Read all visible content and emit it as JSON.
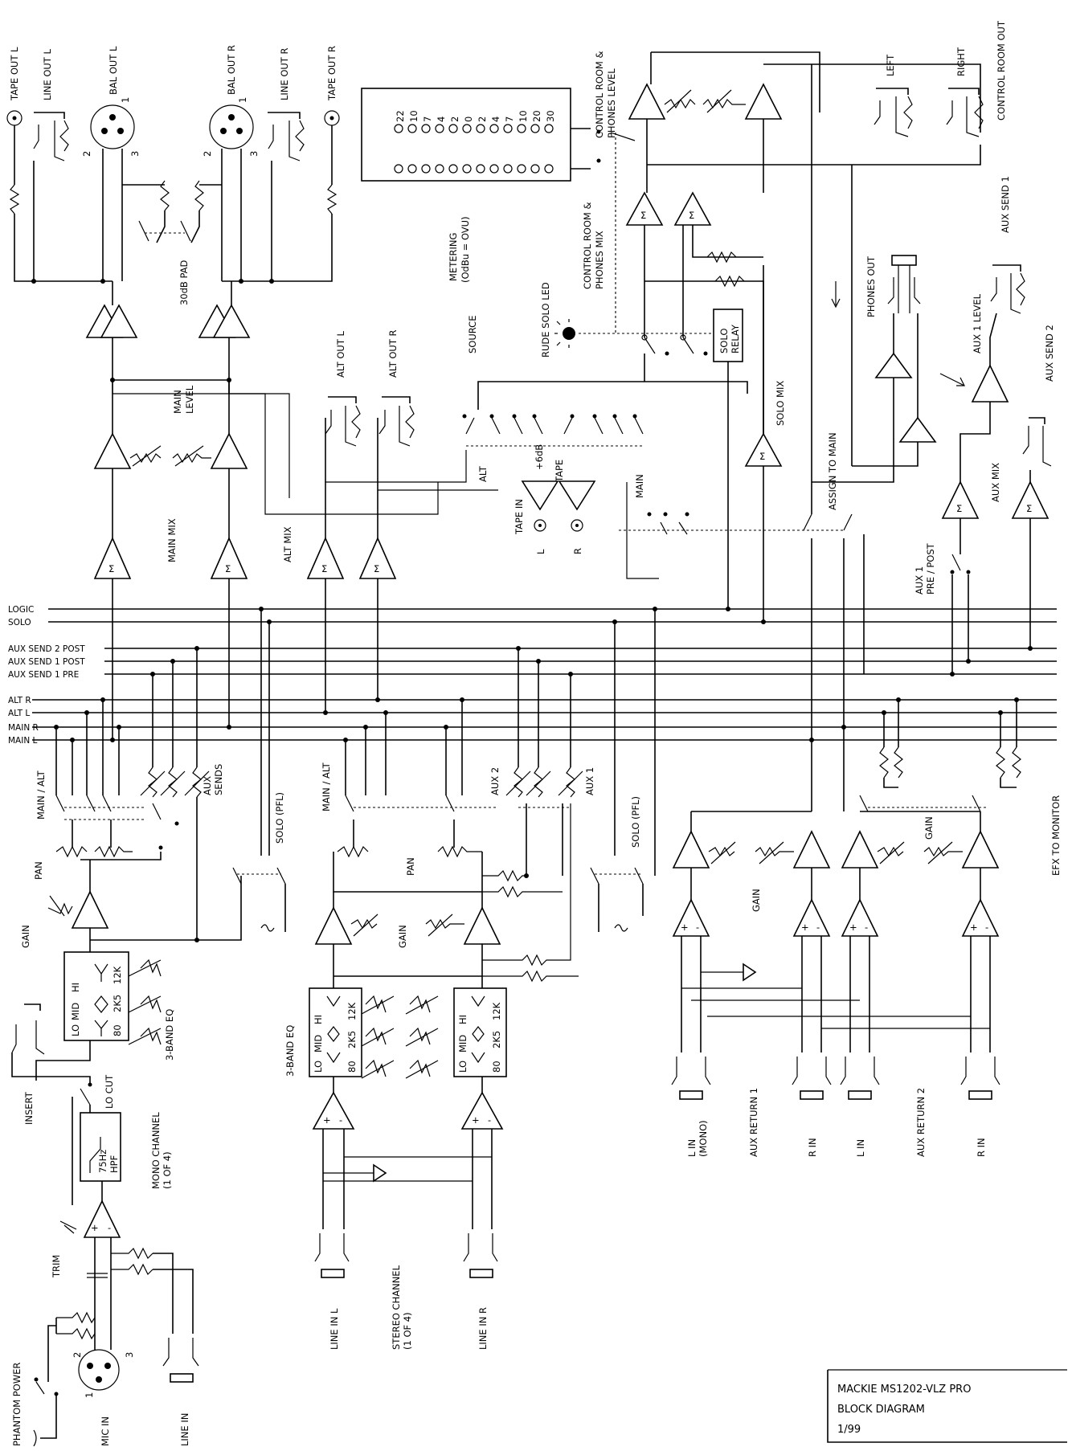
{
  "outputs": {
    "tape_out_l": "TAPE OUT L",
    "line_out_l": "LINE OUT L",
    "bal_out_l": "BAL OUT L",
    "bal_out_r": "BAL OUT R",
    "line_out_r": "LINE OUT R",
    "tape_out_r": "TAPE OUT R",
    "pad": "30dB PAD",
    "pin_1": "1",
    "pin_2": "2",
    "pin_3": "3"
  },
  "metering": {
    "scale": [
      "22",
      "10",
      "7",
      "4",
      "2",
      "0",
      "2",
      "4",
      "7",
      "10",
      "20",
      "30"
    ],
    "label_line1": "METERING",
    "label_line2": "(OdBu = OVU)"
  },
  "control_room": {
    "level_line1": "CONTROL ROOM &",
    "level_line2": "PHONES LEVEL",
    "mix_line1": "CONTROL ROOM &",
    "mix_line2": "PHONES MIX",
    "left": "LEFT",
    "right": "RIGHT",
    "out": "CONTROL ROOM OUT",
    "phones_out": "PHONES OUT",
    "rude_solo_led": "RUDE SOLO LED",
    "solo_relay_line1": "SOLO",
    "solo_relay_line2": "RELAY",
    "solo_mix": "SOLO MIX",
    "assign_to_main": "ASSIGN TO MAIN",
    "source": "SOURCE",
    "alt_out_l": "ALT OUT L",
    "alt_out_r": "ALT OUT R",
    "alt": "ALT",
    "tape": "TAPE",
    "main": "MAIN",
    "plus6db": "+6dB",
    "tape_in": "TAPE IN",
    "l": "L",
    "r": "R"
  },
  "mix_labels": {
    "main_level_line1": "MAIN",
    "main_level_line2": "LEVEL",
    "main_mix": "MAIN MIX",
    "alt_mix": "ALT MIX",
    "sigma": "Σ"
  },
  "aux_master": {
    "aux_send_1": "AUX SEND 1",
    "aux_1_level": "AUX 1 LEVEL",
    "aux_send_2": "AUX SEND 2",
    "aux_mix": "AUX MIX",
    "aux1_prepost_line1": "AUX 1",
    "aux1_prepost_line2": "PRE / POST"
  },
  "buses": [
    "LOGIC",
    "SOLO",
    "AUX SEND 2 POST",
    "AUX SEND 1 POST",
    "AUX SEND 1 PRE",
    "ALT R",
    "ALT L",
    "MAIN R",
    "MAIN L"
  ],
  "mono_channel": {
    "main_alt": "MAIN / ALT",
    "aux_sends_line1": "AUX",
    "aux_sends_line2": "SENDS",
    "solo_pfl": "SOLO (PFL)",
    "pan": "PAN",
    "gain": "GAIN",
    "eq_label": "3-BAND EQ",
    "eq_bands": [
      "HI",
      "MID",
      "LO"
    ],
    "eq_freqs": [
      "12K",
      "2K5",
      "80"
    ],
    "insert": "INSERT",
    "lo_cut": "LO CUT",
    "hpf_line1": "75Hz",
    "hpf_line2": "HPF",
    "name_line1": "MONO CHANNEL",
    "name_line2": "(1 OF 4)",
    "trim": "TRIM",
    "phantom_power": "PHANTOM POWER",
    "mic_in": "MIC IN",
    "line_in": "LINE IN",
    "plus": "+",
    "minus": "-"
  },
  "stereo_channel": {
    "main_alt": "MAIN / ALT",
    "aux2": "AUX 2",
    "aux1": "AUX 1",
    "solo_pfl": "SOLO (PFL)",
    "pan": "PAN",
    "gain": "GAIN",
    "eq_label": "3-BAND EQ",
    "name_line1": "STEREO CHANNEL",
    "name_line2": "(1 OF 4)",
    "line_in_l": "LINE IN L",
    "line_in_r": "LINE IN R"
  },
  "aux_returns": {
    "gain": "GAIN",
    "efx_to_monitor": "EFX TO MONITOR",
    "l_in_mono_line1": "L IN",
    "l_in_mono_line2": "(MONO)",
    "aux_return_1": "AUX RETURN 1",
    "r_in_1": "R IN",
    "l_in_2": "L IN",
    "aux_return_2": "AUX RETURN 2",
    "r_in_2": "R IN"
  },
  "title_block": {
    "line1": "MACKIE MS1202-VLZ PRO",
    "line2": "BLOCK DIAGRAM",
    "line3": "1/99"
  }
}
